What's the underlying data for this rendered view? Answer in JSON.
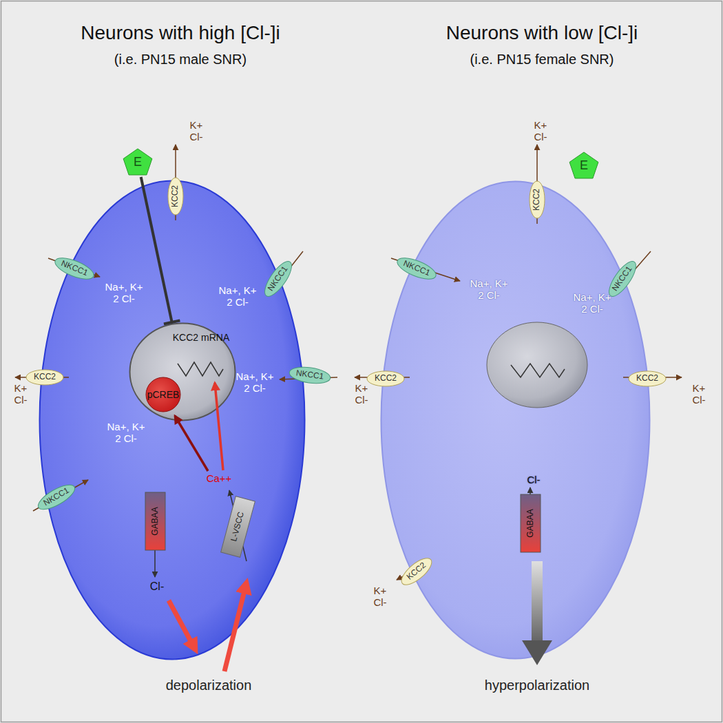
{
  "diagram": {
    "nodes": [
      {
        "text": [
          "Na+, K+ 2 Cl-",
          "Na+, K+ 2 Cl-",
          "Na+, K+ 2 Cl-",
          "Na+, K+ 2 Cl-",
          "Ca++"
        ]
      },
      {
        "text": [
          "KCC2 mRNA"
        ],
        "in": 0
      },
      {
        "text": [
          "pCREB"
        ],
        "in": 1
      },
      {
        "text": [
          "E"
        ]
      },
      {
        "text": [
          "KCC2"
        ]
      },
      {
        "text": [
          "NKCC1"
        ]
      },
      {
        "text": [
          "NKCC1"
        ]
      },
      {
        "text": [
          "NKCC1"
        ]
      },
      {
        "text": [
          "KCC2"
        ]
      },
      {
        "text": [
          "NKCC1"
        ]
      },
      {
        "text": [
          "GABAA"
        ]
      },
      {
        "text": [
          "L-VSCC"
        ]
      },
      {
        "text": [
          "Na+, K+ 2 Cl-",
          "Na+, K+ 2 Cl-",
          "Cl-"
        ]
      },
      {
        "text": [
          "E"
        ]
      },
      {
        "text": [
          "KCC2"
        ]
      },
      {
        "text": [
          "NKCC1"
        ]
      },
      {
        "text": [
          "NKCC1"
        ]
      },
      {
        "text": [
          "KCC2"
        ]
      },
      {
        "text": [
          "KCC2"
        ]
      },
      {
        "text": [
          "KCC2"
        ]
      },
      {
        "text": [
          "GABAA"
        ]
      }
    ],
    "edges": [
      {
        "from": 3,
        "to": 1,
        "arrow": "to"
      }
    ],
    "labels": [
      "Neurons with high [Cl-]i",
      "(i.e. PN15 male SNR)",
      "Neurons with low [Cl-]i",
      "(i.e. PN15 female SNR)",
      "K+ Cl-",
      "K+ Cl-",
      "Cl-",
      "depolarization",
      "K+ Cl-",
      "K+ Cl-",
      "K+ Cl-",
      "K+ Cl-",
      "hyperpolarization"
    ]
  }
}
